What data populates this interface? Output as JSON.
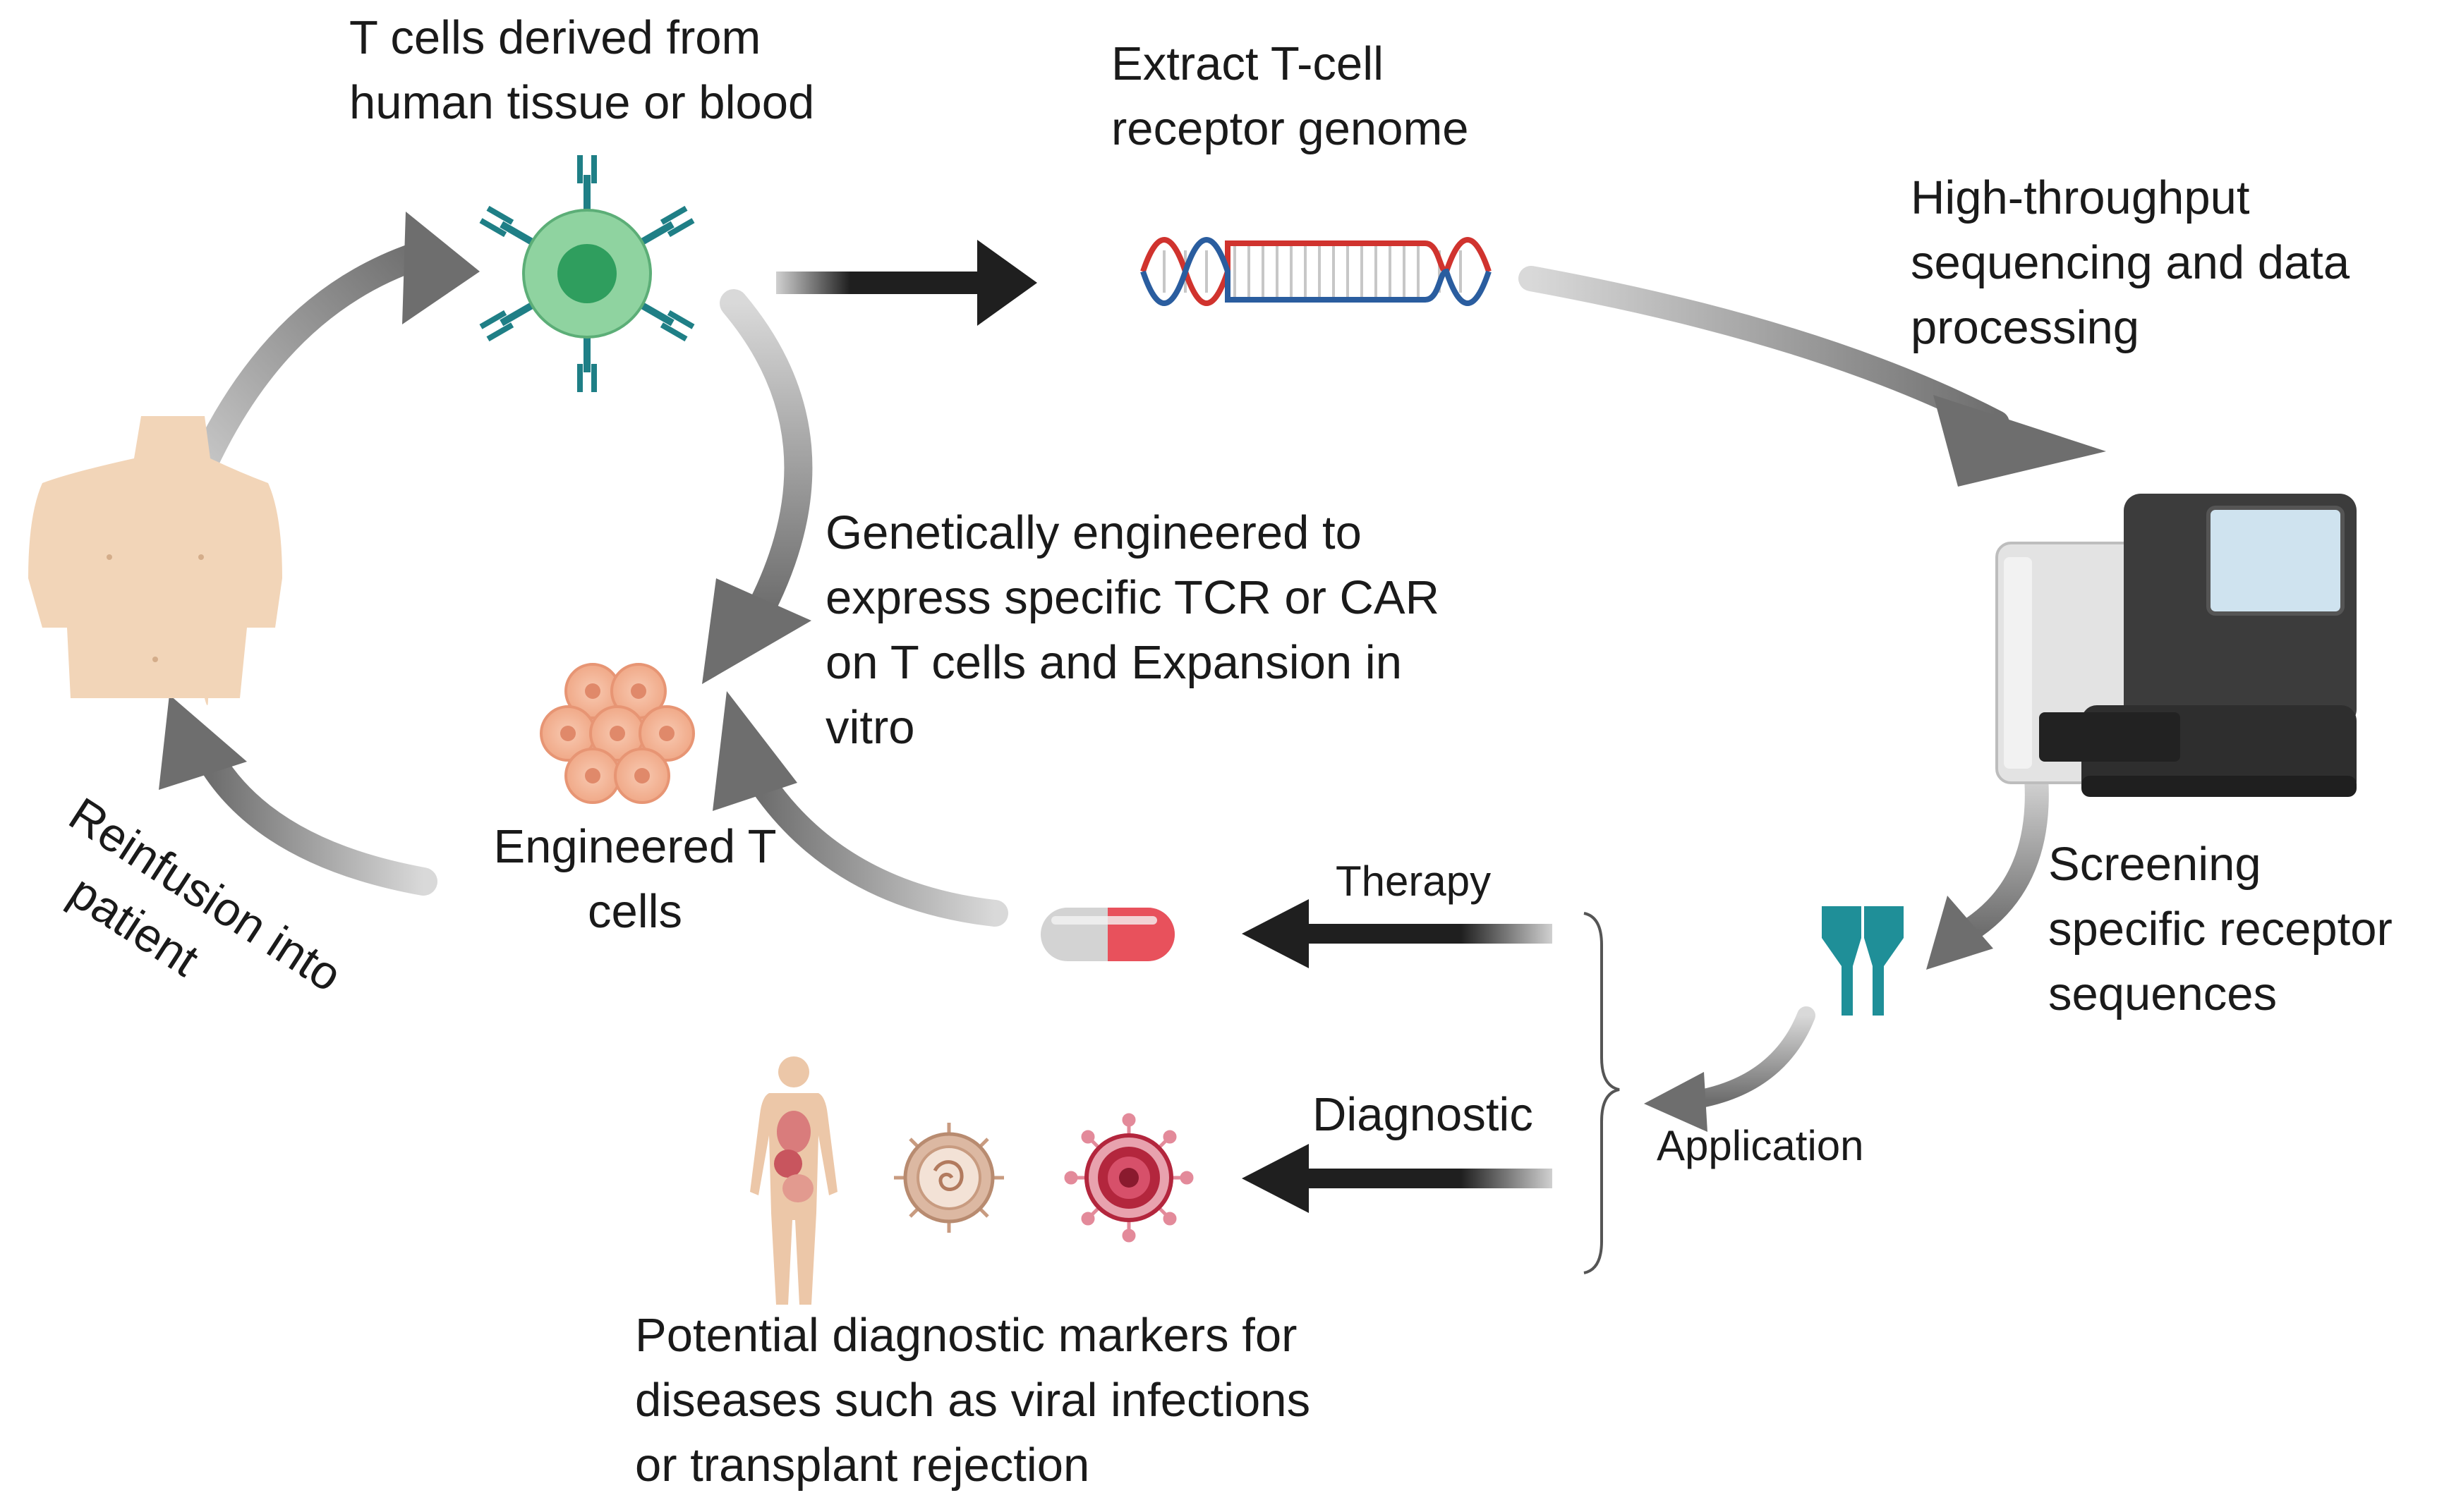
{
  "labels": {
    "tcells_source": [
      "T cells derived from",
      "human tissue or blood"
    ],
    "extract": [
      "Extract T-cell",
      "receptor genome"
    ],
    "sequencing": [
      "High-throughput",
      "sequencing and data",
      "processing"
    ],
    "engineering": [
      "Genetically engineered to",
      "express specific TCR or CAR",
      "on T cells and Expansion in",
      "vitro"
    ],
    "engineered_cells": [
      "Engineered T",
      "cells"
    ],
    "reinfusion": [
      "Reinfusion into",
      "patient"
    ],
    "screening": [
      "Screening",
      "specific receptor",
      "sequences"
    ],
    "therapy": "Therapy",
    "diagnostic": "Diagnostic",
    "application": "Application",
    "markers": [
      "Potential diagnostic markers for",
      "diseases such as viral infections",
      "or transplant rejection"
    ]
  },
  "colors": {
    "arrow_gray": "#6e6e6e",
    "arrow_dark": "#1f1f1f",
    "tcell_green": "#8fd3a0",
    "tcell_nucleus": "#2f9e5e",
    "receptor_teal": "#1f7f86",
    "dna_red": "#d0332e",
    "dna_blue": "#2a5d9f",
    "skin": "#f2d5b8",
    "cell_pink": "#f4b79d",
    "pill_red": "#e8515c",
    "virus_red": "#b3263d",
    "virus_tan": "#c89b80",
    "sequencer_dark": "#3c3c3c",
    "screen_blue": "#cfe3ef"
  },
  "icons": [
    "t-cell-icon",
    "dna-icon",
    "sequencer-icon",
    "human-torso-icon",
    "engineered-cells-icon",
    "receptor-icon",
    "pill-icon",
    "human-anatomy-icon",
    "virus-tan-icon",
    "virus-red-icon"
  ]
}
